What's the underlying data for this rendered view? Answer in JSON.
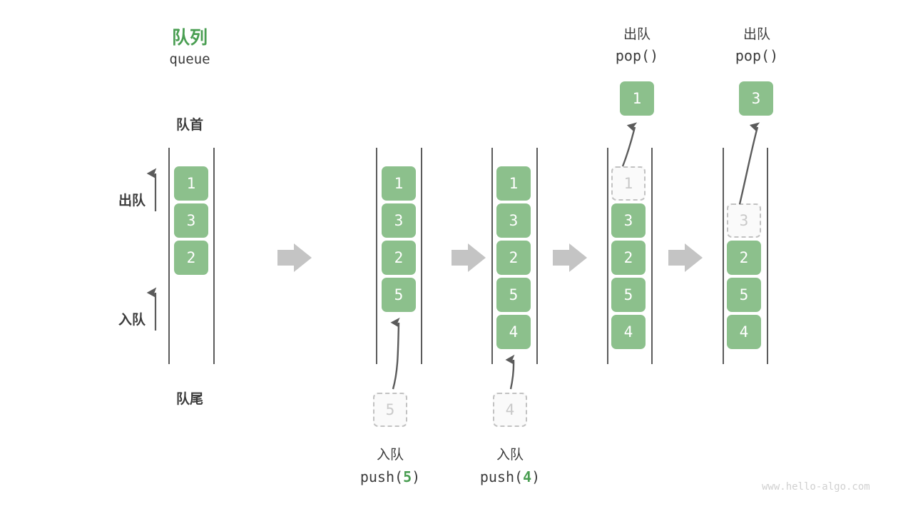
{
  "diagram": {
    "title_cn": "队列",
    "title_en": "queue",
    "front_label": "队首",
    "rear_label": "队尾",
    "dequeue_label": "出队",
    "enqueue_label": "入队",
    "watermark": "www.hello-algo.com",
    "accent_green": "#4a9e52",
    "cell_green": "#8cc08c",
    "ghost_gray": "#c9c9c9",
    "text_gray": "#3b3b3b",
    "connector_gray": "#c4c4c4"
  },
  "columns": [
    {
      "id": "initial",
      "op_cn": "",
      "op_code_prefix": "",
      "op_code_arg": "",
      "op_code_suffix": "",
      "cells": [
        {
          "value": "1",
          "state": "filled"
        },
        {
          "value": "3",
          "state": "filled"
        },
        {
          "value": "2",
          "state": "filled"
        }
      ],
      "incoming": null,
      "outgoing": null
    },
    {
      "id": "push-5",
      "op_cn": "入队",
      "op_code_prefix": "push(",
      "op_code_arg": "5",
      "op_code_suffix": ")",
      "cells": [
        {
          "value": "1",
          "state": "filled"
        },
        {
          "value": "3",
          "state": "filled"
        },
        {
          "value": "2",
          "state": "filled"
        },
        {
          "value": "5",
          "state": "filled"
        }
      ],
      "incoming": {
        "value": "5",
        "state": "ghost"
      },
      "outgoing": null
    },
    {
      "id": "push-4",
      "op_cn": "入队",
      "op_code_prefix": "push(",
      "op_code_arg": "4",
      "op_code_suffix": ")",
      "cells": [
        {
          "value": "1",
          "state": "filled"
        },
        {
          "value": "3",
          "state": "filled"
        },
        {
          "value": "2",
          "state": "filled"
        },
        {
          "value": "5",
          "state": "filled"
        },
        {
          "value": "4",
          "state": "filled"
        }
      ],
      "incoming": {
        "value": "4",
        "state": "ghost"
      },
      "outgoing": null
    },
    {
      "id": "pop-1",
      "op_cn": "出队",
      "op_code_prefix": "pop(",
      "op_code_arg": "",
      "op_code_suffix": ")",
      "cells": [
        {
          "value": "1",
          "state": "ghost"
        },
        {
          "value": "3",
          "state": "filled"
        },
        {
          "value": "2",
          "state": "filled"
        },
        {
          "value": "5",
          "state": "filled"
        },
        {
          "value": "4",
          "state": "filled"
        }
      ],
      "incoming": null,
      "outgoing": {
        "value": "1",
        "state": "filled"
      }
    },
    {
      "id": "pop-3",
      "op_cn": "出队",
      "op_code_prefix": "pop(",
      "op_code_arg": "",
      "op_code_suffix": ")",
      "cells": [
        {
          "value": "",
          "state": "empty"
        },
        {
          "value": "3",
          "state": "ghost"
        },
        {
          "value": "2",
          "state": "filled"
        },
        {
          "value": "5",
          "state": "filled"
        },
        {
          "value": "4",
          "state": "filled"
        }
      ],
      "incoming": null,
      "outgoing": {
        "value": "3",
        "state": "filled"
      }
    }
  ],
  "connectors": [
    {
      "from": "initial",
      "to": "push-5"
    },
    {
      "from": "push-5",
      "to": "push-4"
    },
    {
      "from": "push-4",
      "to": "pop-1"
    },
    {
      "from": "pop-1",
      "to": "pop-3"
    }
  ]
}
